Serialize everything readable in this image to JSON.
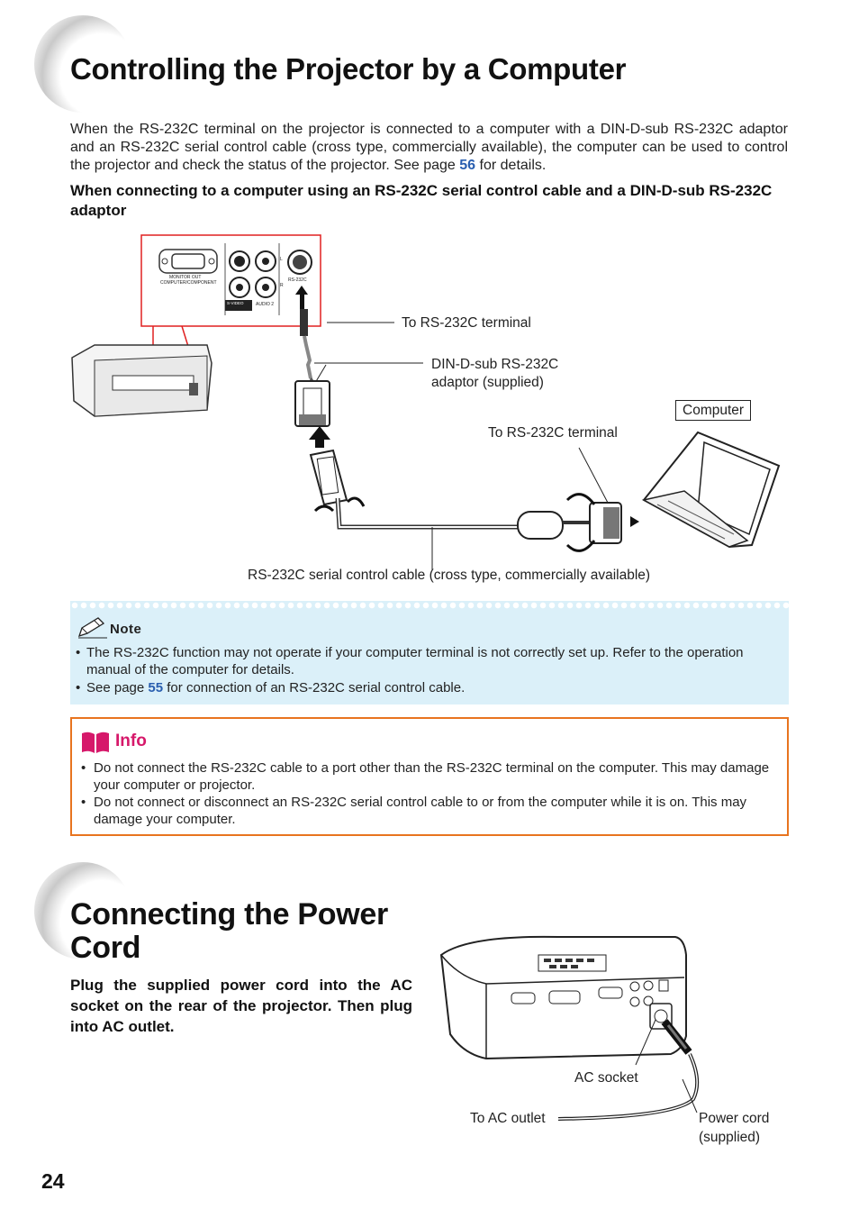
{
  "section1": {
    "title": "Controlling the Projector by a Computer",
    "intro_prefix": "When the RS-232C terminal on the projector is connected to a computer with a DIN-D-sub RS-232C adaptor and an RS-232C serial control cable (cross type, commercially available), the computer can be used to control the projector and check the status of the projector. See page",
    "intro_page": "56",
    "intro_suffix": "for details.",
    "subheading": "When connecting to a computer using an RS-232C serial control cable and a DIN-D-sub RS-232C adaptor"
  },
  "diagram1": {
    "label_rs232_terminal_top": "To RS-232C terminal",
    "label_adaptor": "DIN-D-sub RS-232C adaptor (supplied)",
    "label_computer": "Computer",
    "label_rs232_terminal_pc": "To RS-232C terminal",
    "label_cable": "RS-232C serial control cable (cross type, commercially available)",
    "panel": {
      "monitor_out": "MONITOR OUT",
      "computer_component": "COMPUTER/COMPONENT",
      "svideo": "S-VIDEO",
      "video": "VIDEO",
      "audio2": "AUDIO 2",
      "rs232c": "RS-232C",
      "l": "L",
      "r": "R"
    }
  },
  "note": {
    "heading": "Note",
    "bullet1": "The RS-232C function may not operate if your computer terminal is not correctly set up. Refer to the operation manual of the computer for details.",
    "bullet2_prefix": "See page",
    "bullet2_page": "55",
    "bullet2_suffix": "for connection of an RS-232C serial control cable."
  },
  "info": {
    "heading": "Info",
    "bullet1": "Do not connect the RS-232C cable to a port other than the RS-232C terminal on the computer. This may damage your computer or projector.",
    "bullet2": "Do not connect or disconnect an RS-232C serial control cable to or from the computer while it is on. This may damage your computer."
  },
  "section2": {
    "title": "Connecting the Power Cord",
    "instruction": "Plug the supplied power cord into the AC socket on the rear of the projector. Then plug into AC outlet."
  },
  "diagram2": {
    "label_ac_socket": "AC socket",
    "label_ac_outlet": "To AC outlet",
    "label_power_cord": "Power cord (supplied)"
  },
  "page_number": "24",
  "colors": {
    "link_blue": "#2a5fb0",
    "note_bg": "#dbf0f9",
    "info_border": "#e8741f",
    "info_red": "#d6186a",
    "panel_red": "#e02020"
  }
}
